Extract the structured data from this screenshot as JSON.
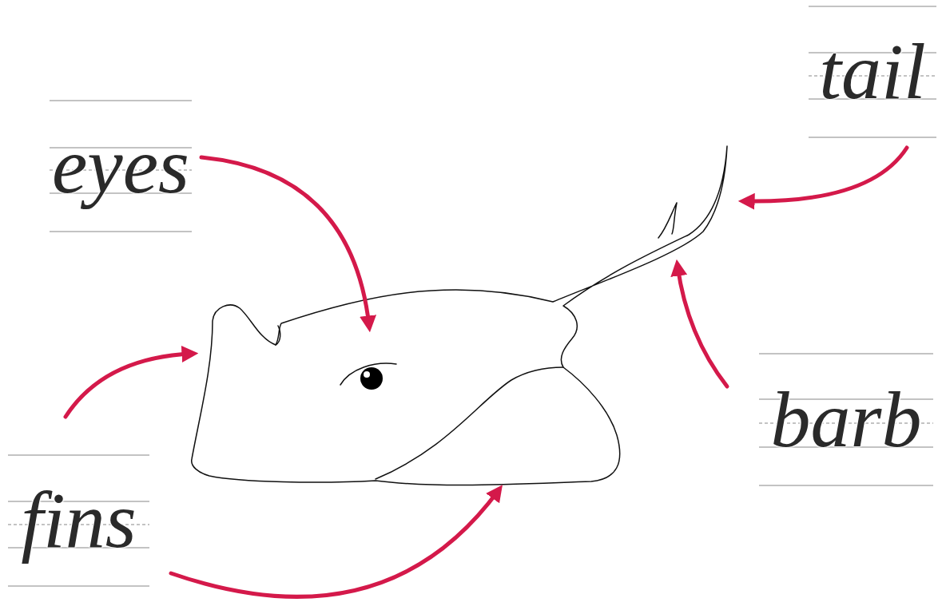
{
  "diagram": {
    "labels": [
      "eyes",
      "tail",
      "barb",
      "fins"
    ]
  }
}
